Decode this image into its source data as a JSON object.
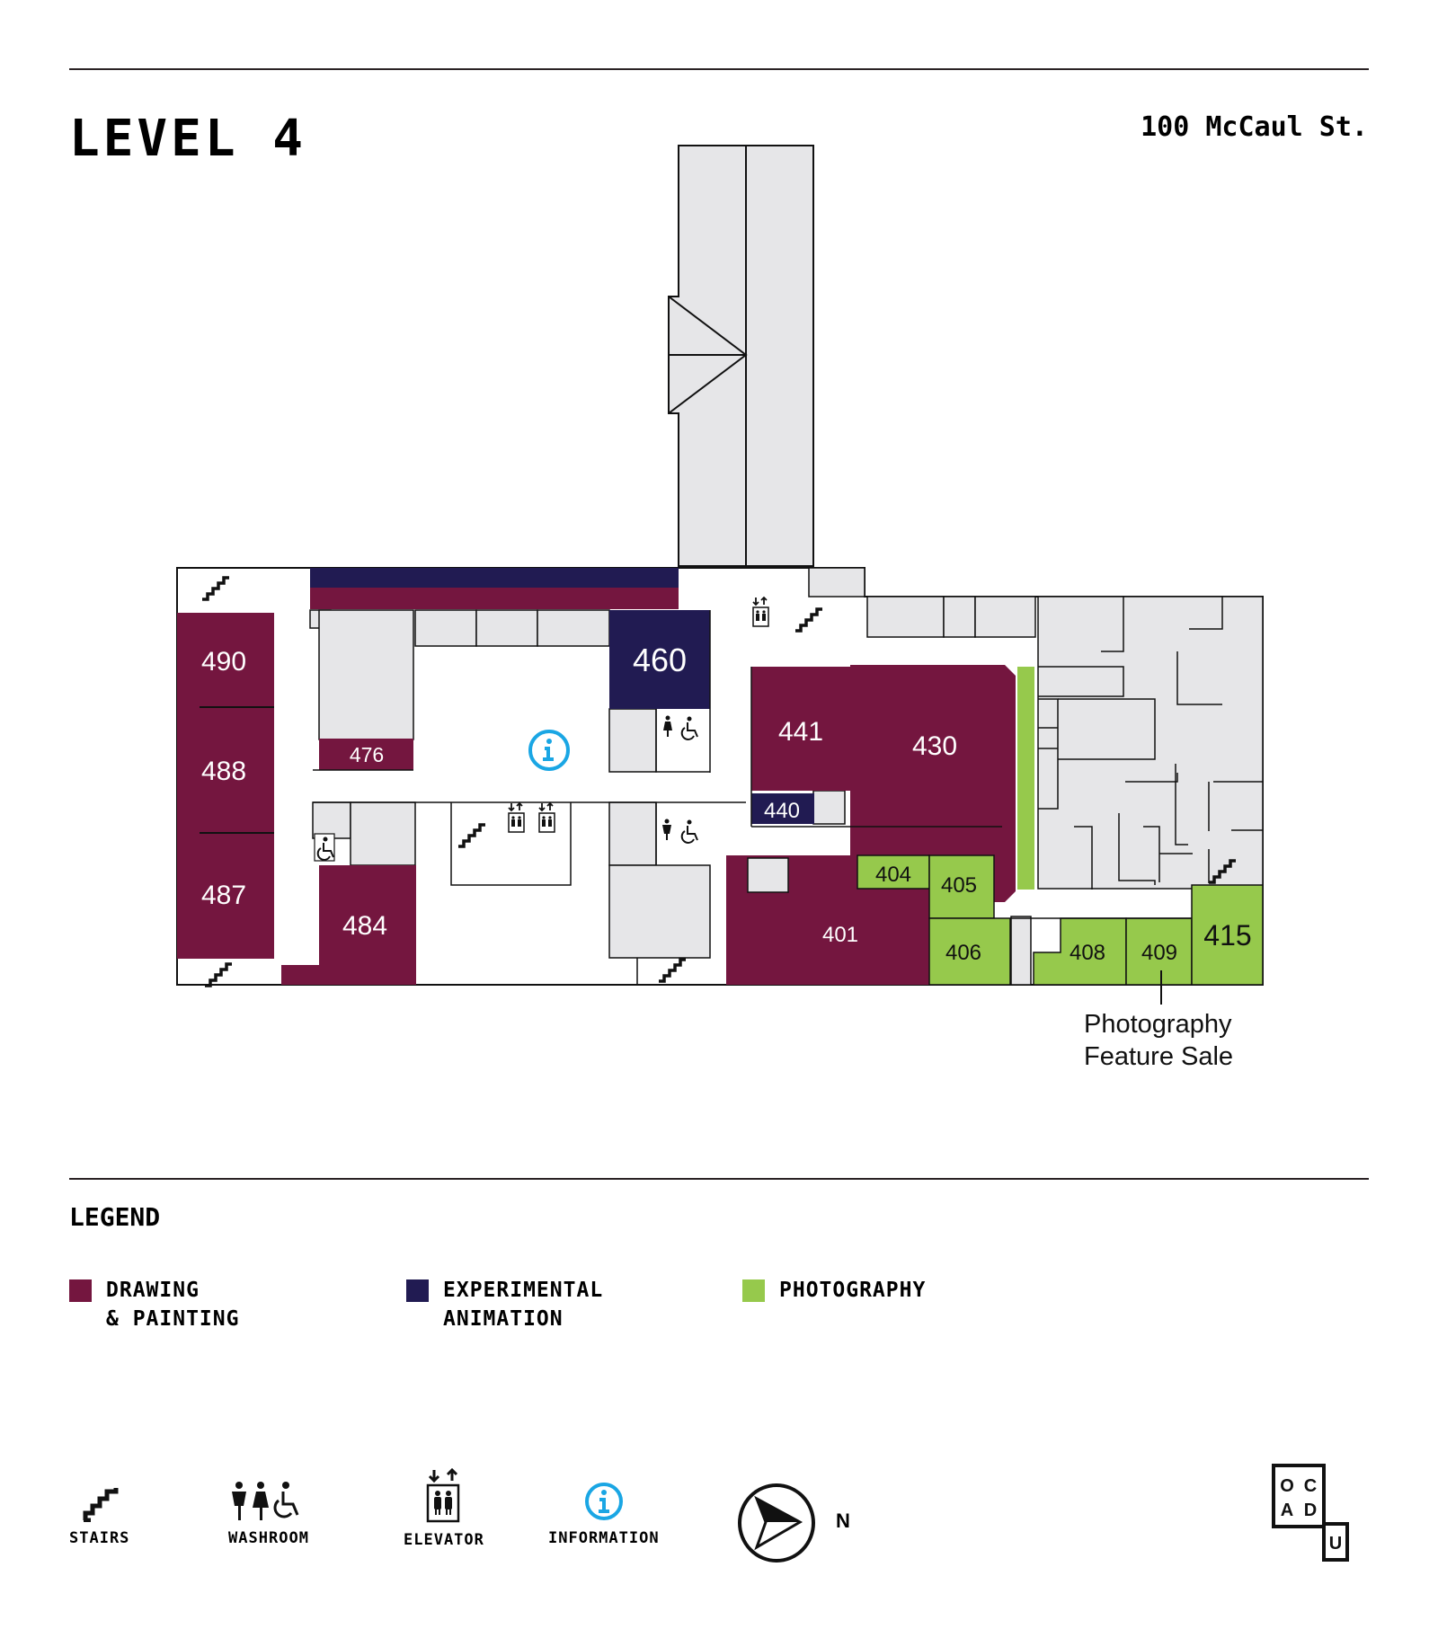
{
  "header": {
    "title": "LEVEL 4",
    "address": "100 McCaul St."
  },
  "colors": {
    "drawing_painting": "#74163f",
    "experimental_animation": "#211b52",
    "photography": "#96c94c",
    "unassigned_room": "#e6e6e8",
    "information": "#1aa6e4",
    "wall": "#111111"
  },
  "map": {
    "rooms": [
      {
        "id": "490",
        "label": "490",
        "program": "drawing_painting"
      },
      {
        "id": "488",
        "label": "488",
        "program": "drawing_painting"
      },
      {
        "id": "487",
        "label": "487",
        "program": "drawing_painting"
      },
      {
        "id": "484",
        "label": "484",
        "program": "drawing_painting"
      },
      {
        "id": "476",
        "label": "476",
        "program": "drawing_painting"
      },
      {
        "id": "460",
        "label": "460",
        "program": "experimental_animation"
      },
      {
        "id": "441",
        "label": "441",
        "program": "drawing_painting"
      },
      {
        "id": "440",
        "label": "440",
        "program": "experimental_animation"
      },
      {
        "id": "430",
        "label": "430",
        "program": "drawing_painting"
      },
      {
        "id": "401",
        "label": "401",
        "program": "drawing_painting"
      },
      {
        "id": "404",
        "label": "404",
        "program": "photography"
      },
      {
        "id": "405",
        "label": "405",
        "program": "photography"
      },
      {
        "id": "406",
        "label": "406",
        "program": "photography"
      },
      {
        "id": "408",
        "label": "408",
        "program": "photography"
      },
      {
        "id": "409",
        "label": "409",
        "program": "photography"
      },
      {
        "id": "415",
        "label": "415",
        "program": "photography"
      }
    ],
    "callout": {
      "line1": "Photography",
      "line2": "Feature Sale",
      "points_to": "409"
    }
  },
  "legend": {
    "title": "LEGEND",
    "programs": [
      {
        "label": "DRAWING\n& PAINTING",
        "color": "#74163f"
      },
      {
        "label": "EXPERIMENTAL\nANIMATION",
        "color": "#211b52"
      },
      {
        "label": "PHOTOGRAPHY",
        "color": "#96c94c"
      }
    ],
    "icons": [
      {
        "icon": "stairs-icon",
        "label": "STAIRS"
      },
      {
        "icon": "washroom-icon",
        "label": "WASHROOM"
      },
      {
        "icon": "elevator-icon",
        "label": "ELEVATOR"
      },
      {
        "icon": "information-icon",
        "label": "INFORMATION"
      }
    ],
    "compass_label": "N"
  },
  "logo": {
    "letters": [
      "O",
      "C",
      "A",
      "D",
      "U"
    ]
  }
}
